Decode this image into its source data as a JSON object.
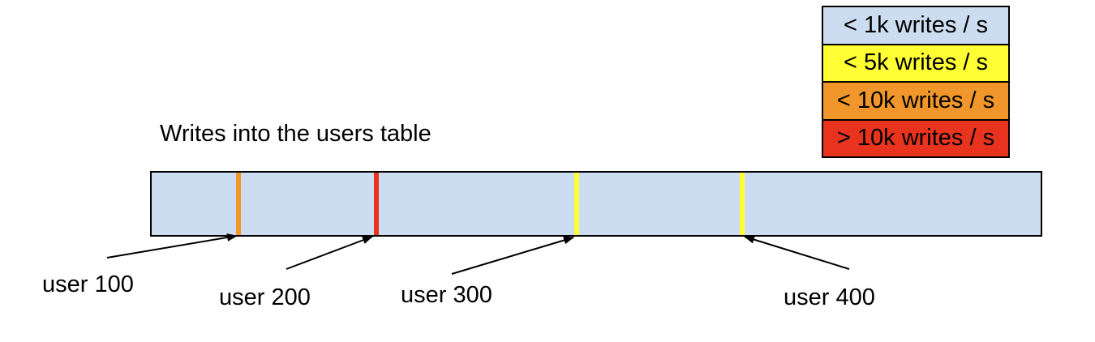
{
  "title": "Writes into the users table",
  "legend": {
    "items": [
      {
        "label": "< 1k writes / s",
        "color": "#cdddf1",
        "color_name": "light-blue"
      },
      {
        "label": "< 5k writes / s",
        "color": "#ffff33",
        "color_name": "yellow"
      },
      {
        "label": "< 10k writes / s",
        "color": "#f0962a",
        "color_name": "orange"
      },
      {
        "label": "> 10k writes / s",
        "color": "#e8341f",
        "color_name": "red"
      }
    ]
  },
  "bar": {
    "fill_color": "#cdddf1",
    "border_color": "#000000",
    "markers": [
      {
        "label": "user 100",
        "color": "#f0962a",
        "color_name": "orange"
      },
      {
        "label": "user 200",
        "color": "#e8341f",
        "color_name": "red"
      },
      {
        "label": "user 300",
        "color": "#ffff33",
        "color_name": "yellow"
      },
      {
        "label": "user 400",
        "color": "#ffff33",
        "color_name": "yellow"
      }
    ]
  }
}
